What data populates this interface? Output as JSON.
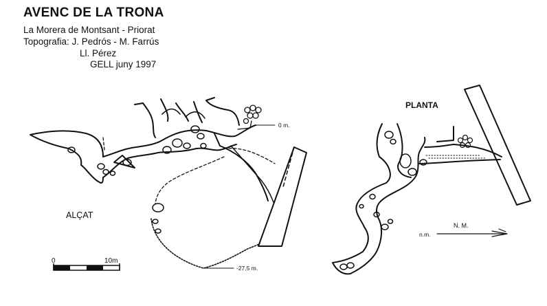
{
  "header": {
    "title": "AVENC DE LA TRONA",
    "location": "La Morera de Montsant - Priorat",
    "topography": "Topografia: J. Pedrós - M. Farrús",
    "topography_extra": "Ll. Pérez",
    "credit": "GELL  juny  1997"
  },
  "elevation": {
    "label": "ALÇAT",
    "depth_top": "0 m.",
    "depth_bottom": "-27,5 m."
  },
  "plan": {
    "label": "PLANTA",
    "north_label": "N. M.",
    "north_prefix": "n.m."
  },
  "scale": {
    "start": "0",
    "end": "10m"
  }
}
